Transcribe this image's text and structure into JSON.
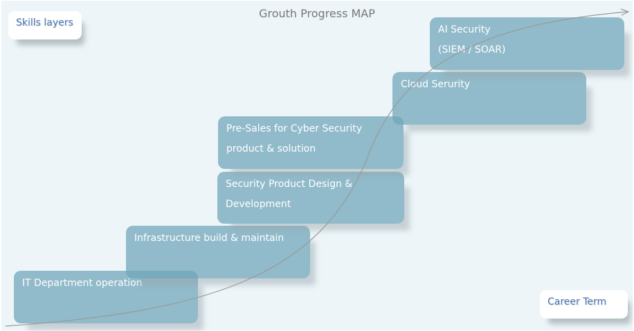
{
  "title": "Grouth Progress MAP",
  "y_axis_label": "Skills layers",
  "x_axis_label": "Career Term",
  "steps": [
    {
      "lines": [
        "IT Department operation"
      ]
    },
    {
      "lines": [
        "Infrastructure build & maintain"
      ]
    },
    {
      "lines": [
        "Security Product Design &",
        "Development"
      ]
    },
    {
      "lines": [
        "Pre-Sales for Cyber Security",
        "product & solution"
      ]
    },
    {
      "lines": [
        "Cloud Serurity"
      ]
    },
    {
      "lines": [
        "AI Security",
        "(SIEM / SOAR)"
      ]
    }
  ],
  "colors": {
    "step_fill": "#8fbcca",
    "background": "#edf5f8",
    "label_text": "#4a78b8"
  }
}
